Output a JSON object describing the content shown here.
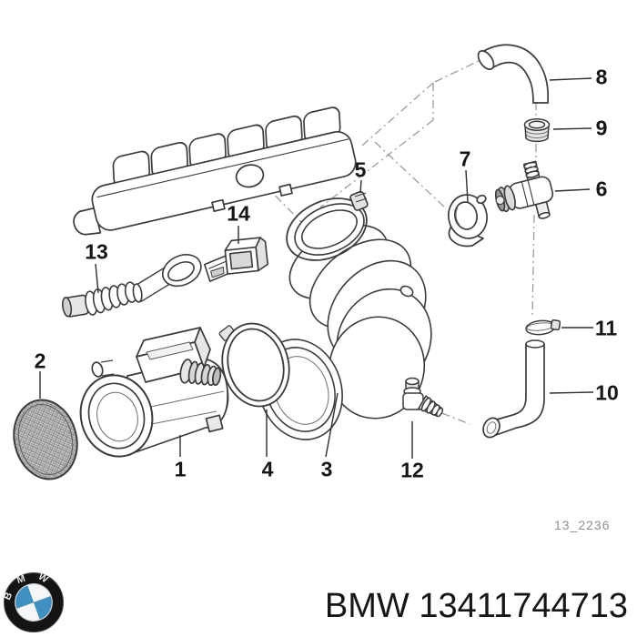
{
  "diagram": {
    "code": "13_2236",
    "part_labels": [
      "1",
      "2",
      "3",
      "4",
      "5",
      "6",
      "7",
      "8",
      "9",
      "10",
      "11",
      "12",
      "13",
      "14"
    ]
  },
  "footer": {
    "logo_text": "BMW",
    "title": "BMW 13411744713"
  }
}
